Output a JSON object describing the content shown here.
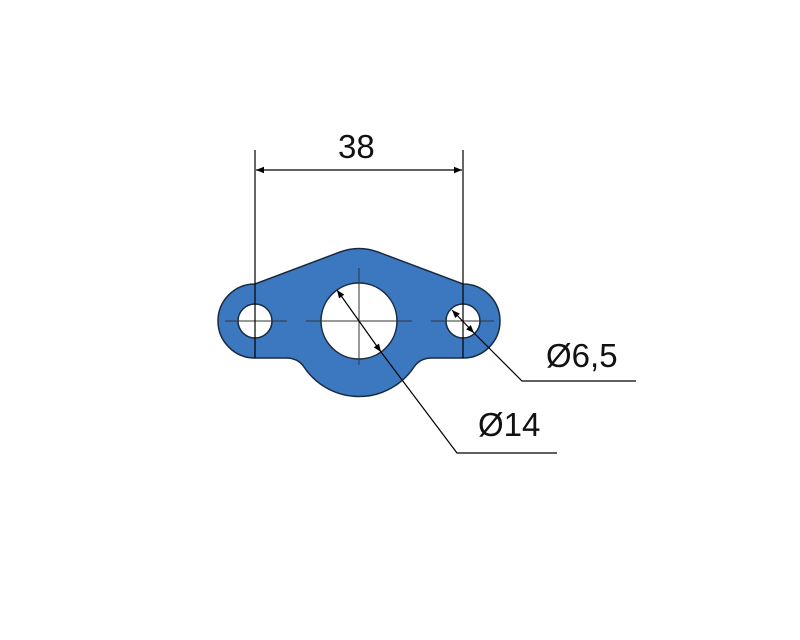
{
  "part_color": "#3b78bf",
  "dimensions": {
    "hole_spacing": "38",
    "center_hole_diameter": "Ø14",
    "side_hole_diameter": "Ø6,5"
  }
}
